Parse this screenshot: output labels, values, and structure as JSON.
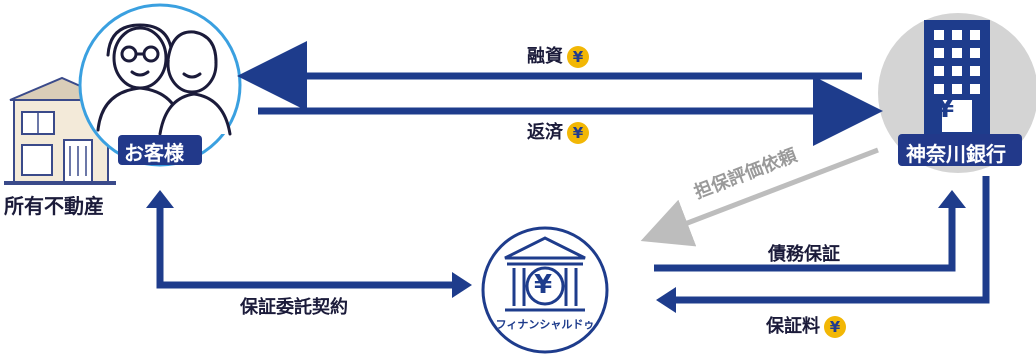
{
  "nodes": {
    "customer": {
      "label": "お客様"
    },
    "property": {
      "label": "所有不動産"
    },
    "bank": {
      "label": "神奈川銀行"
    },
    "guarantor": {
      "label": "フィナンシャルドゥ"
    }
  },
  "flows": {
    "loan": {
      "label": "融資"
    },
    "repayment": {
      "label": "返済"
    },
    "collateral_request": {
      "label": "担保評価依頼"
    },
    "guarantee_contract": {
      "label": "保証委託契約"
    },
    "debt_guarantee": {
      "label": "債務保証"
    },
    "guarantee_fee": {
      "label": "保証料"
    }
  },
  "icons": {
    "yen_symbol": "¥"
  },
  "colors": {
    "arrow_navy": "#1e3c8c",
    "arrow_gray": "#bdbdbd",
    "circle_border": "#3aa0e0",
    "bank_circle": "#d4d4d4",
    "building_blue": "#1e3c8c",
    "label_bar": "#22398a",
    "coin_gold": "#f2b705"
  }
}
